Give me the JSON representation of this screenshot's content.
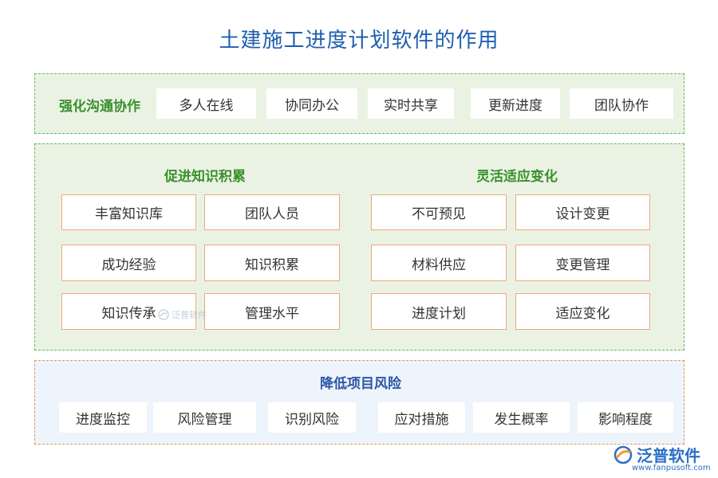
{
  "title": "土建施工进度计划软件的作用",
  "communication": {
    "label": "强化沟通协作",
    "items": [
      "多人在线",
      "协同办公",
      "实时共享",
      "更新进度",
      "团队协作"
    ]
  },
  "knowledge": {
    "label": "促进知识积累",
    "items": [
      "丰富知识库",
      "团队人员",
      "成功经验",
      "知识积累",
      "知识传承",
      "管理水平"
    ]
  },
  "adapt": {
    "label": "灵活适应变化",
    "items": [
      "不可预见",
      "设计变更",
      "材料供应",
      "变更管理",
      "进度计划",
      "适应变化"
    ]
  },
  "risk": {
    "label": "降低项目风险",
    "items": [
      "进度监控",
      "风险管理",
      "识别风险",
      "应对措施",
      "发生概率",
      "影响程度"
    ]
  },
  "watermark": {
    "text": "泛普软件"
  },
  "brand": {
    "name": "泛普软件",
    "url": "www.fanpusoft.com"
  },
  "colors": {
    "title": "#1f5fb0",
    "green_border": "#5cb85c",
    "orange_border": "#e8935a",
    "green_label": "#3a8f2c",
    "blue_label": "#2c56a6"
  }
}
